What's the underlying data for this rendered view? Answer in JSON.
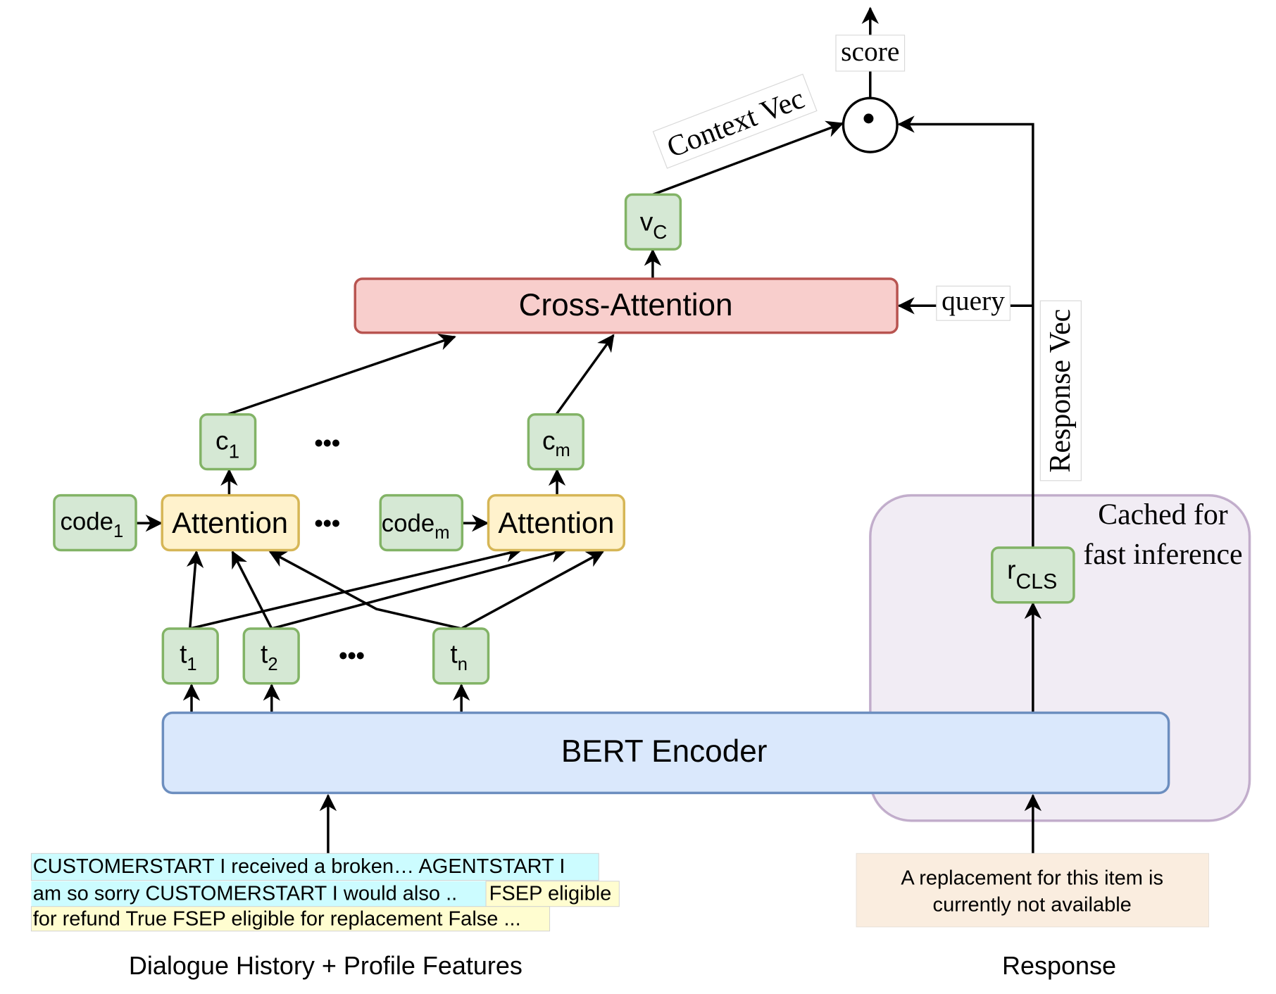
{
  "diagram": {
    "output": {
      "label": "score",
      "operator_symbol": "⊙",
      "operator_name": "dot-product"
    },
    "edges_labels": {
      "context_vec": "Context Vec",
      "query": "query",
      "response_vec": "Response Vec"
    },
    "cross_attention": {
      "label": "Cross-Attention"
    },
    "context_vector": {
      "base": "v",
      "sub": "C"
    },
    "code_outputs": [
      {
        "base": "c",
        "sub": "1"
      },
      {
        "base": "c",
        "sub": "m"
      }
    ],
    "codes": [
      {
        "base": "code",
        "sub": "1"
      },
      {
        "base": "code",
        "sub": "m"
      }
    ],
    "attention_blocks": [
      {
        "label": "Attention"
      },
      {
        "label": "Attention"
      }
    ],
    "tokens": [
      {
        "base": "t",
        "sub": "1"
      },
      {
        "base": "t",
        "sub": "2"
      },
      {
        "base": "t",
        "sub": "n"
      }
    ],
    "ellipsis": "•••",
    "encoder": {
      "label": "BERT Encoder"
    },
    "response_cls": {
      "base": "r",
      "sub": "CLS"
    },
    "cache_region": {
      "line1": "Cached for",
      "line2": "fast inference"
    },
    "dialogue_input": {
      "line1": "CUSTOMERSTART I received a broken… AGENTSTART I",
      "line2_dialogue": "am so sorry CUSTOMERSTART I would also ..",
      "line2_profile": "FSEP eligible",
      "line3": "for refund True FSEP eligible for replacement False ...",
      "caption": "Dialogue History + Profile Features",
      "dialogue_color": "#ccfcff",
      "profile_color": "#fffdd0"
    },
    "response_input": {
      "line1": "A replacement for this item is",
      "line2": "currently not available",
      "caption": "Response",
      "color": "#faeddf"
    },
    "colors": {
      "token_fill": "#d5e8d4",
      "token_stroke": "#82b366",
      "attention_fill": "#fff2cc",
      "attention_stroke": "#d6b656",
      "cross_attention_fill": "#f8cecc",
      "cross_attention_stroke": "#b85450",
      "encoder_fill": "#dae8fc",
      "encoder_stroke": "#6c8ebf",
      "cache_fill": "#e1d5e7"
    }
  }
}
